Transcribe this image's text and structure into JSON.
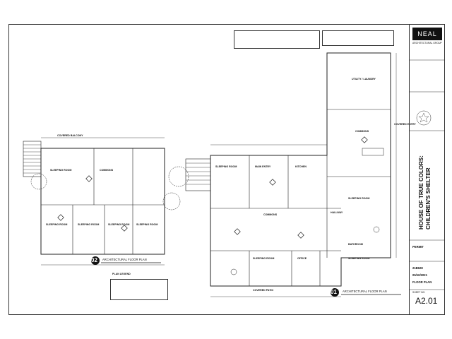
{
  "titleblock": {
    "firm": "NEAL",
    "firm_sub": "ARCHITECTURAL GROUP",
    "project_line1": "HOUSE OF TRUE COLORS:",
    "project_line2": "CHILDREN'S SHELTER",
    "issue": "PERMIT",
    "project_number": "21B628",
    "date": "05/10/2021",
    "sheet_title": "FLOOR PLAN",
    "sheet_number": "A2.01",
    "sheet_no_label": "SHEET NO."
  },
  "plans": [
    {
      "number": "02",
      "title": "ARCHITECTURAL FLOOR PLAN"
    },
    {
      "number": "01",
      "title": "ARCHITECTURAL FLOOR PLAN"
    }
  ],
  "rooms": {
    "sleeping_room": "SLEEPING ROOM",
    "commons": "COMMONS",
    "kitchen": "KITCHEN",
    "main_entry": "MAIN ENTRY",
    "utility_laundry": "UTILITY / LAUNDRY",
    "office": "OFFICE",
    "bathroom": "BATHROOM",
    "hallway": "HALLWAY",
    "covered_patio": "COVERED PATIO",
    "covered_balcony": "COVERED BALCONY",
    "covered_entry": "COVERED ENTRY"
  },
  "legend_title": "PLAN LEGEND"
}
